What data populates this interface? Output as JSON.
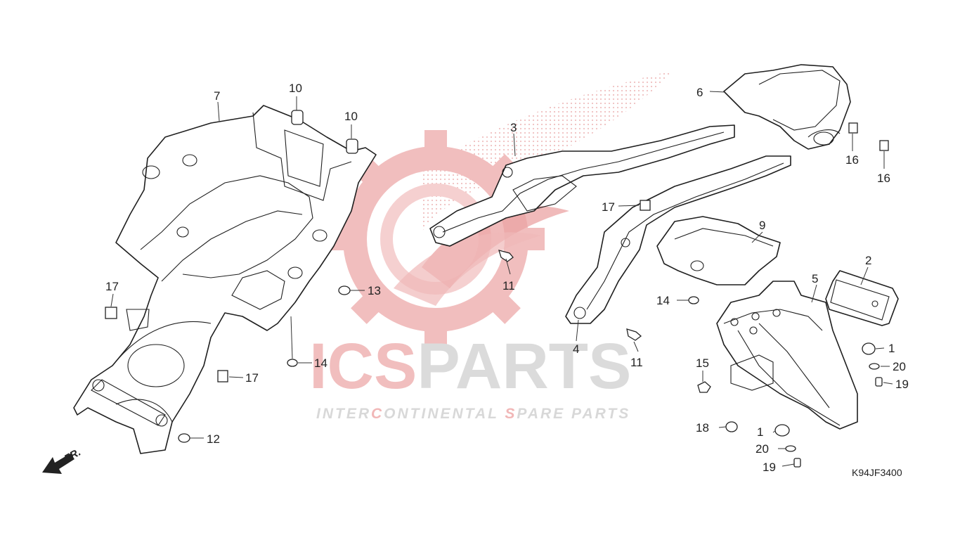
{
  "diagram": {
    "code": "K94JF3400",
    "direction_label": "FR.",
    "watermark": {
      "main_a": "ICS",
      "main_b": "PARTS",
      "sub_a": "INTER",
      "sub_b": "C",
      "sub_c": "ONTINENTAL ",
      "sub_d": "S",
      "sub_e": "PARE PARTS",
      "colors": {
        "red": "#e9aaaa",
        "gray": "#d4d4d4"
      }
    },
    "callouts": [
      "1",
      "1",
      "2",
      "3",
      "4",
      "5",
      "6",
      "7",
      "9",
      "10",
      "10",
      "11",
      "11",
      "12",
      "13",
      "14",
      "14",
      "15",
      "16",
      "16",
      "17",
      "17",
      "17",
      "18",
      "19",
      "19",
      "20",
      "20"
    ],
    "parts": [
      "rear-fender-6",
      "mudguard-5",
      "grab-rail-3",
      "grab-rail-4",
      "cover-7",
      "cover-9",
      "reflector-2"
    ]
  }
}
